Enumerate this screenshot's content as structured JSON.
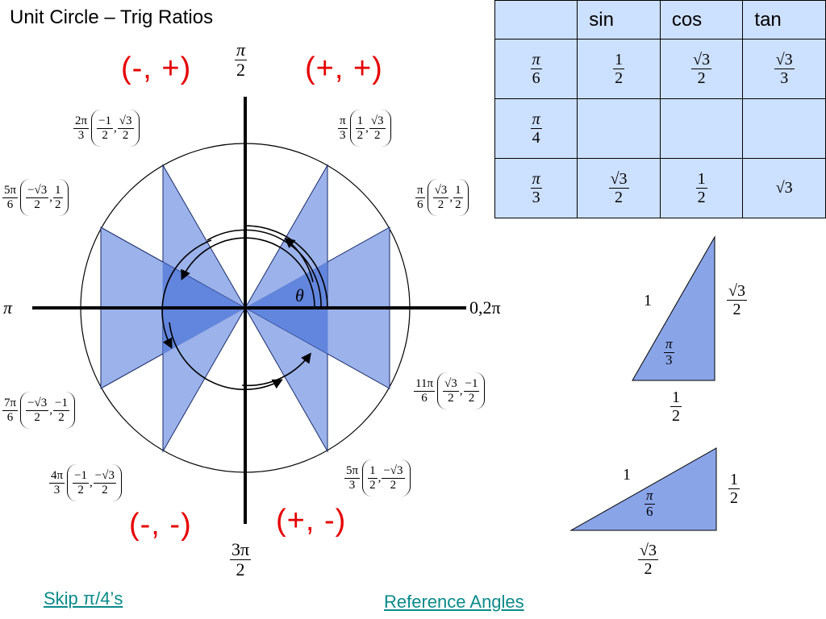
{
  "title": "Unit Circle – Trig Ratios",
  "quadrants": {
    "q1": "(+, +)",
    "q2": "(-, +)",
    "q3": "(-, -)",
    "q4": "(+, -)"
  },
  "axis": {
    "right": "0,2π",
    "left": "π",
    "top_num": "π",
    "top_den": "2",
    "bottom_num": "3π",
    "bottom_den": "2",
    "theta": "θ"
  },
  "points": [
    {
      "id": "p30",
      "angle_num": "π",
      "angle_den": "6",
      "x_num": "√3",
      "x_den": "2",
      "y_num": "1",
      "y_den": "2"
    },
    {
      "id": "p60",
      "angle_num": "π",
      "angle_den": "3",
      "x_num": "1",
      "x_den": "2",
      "y_num": "√3",
      "y_den": "2"
    },
    {
      "id": "p120",
      "angle_num": "2π",
      "angle_den": "3",
      "x_num": "−1",
      "x_den": "2",
      "y_num": "√3",
      "y_den": "2"
    },
    {
      "id": "p150",
      "angle_num": "5π",
      "angle_den": "6",
      "x_num": "−√3",
      "x_den": "2",
      "y_num": "1",
      "y_den": "2"
    },
    {
      "id": "p210",
      "angle_num": "7π",
      "angle_den": "6",
      "x_num": "−√3",
      "x_den": "2",
      "y_num": "−1",
      "y_den": "2"
    },
    {
      "id": "p240",
      "angle_num": "4π",
      "angle_den": "3",
      "x_num": "−1",
      "x_den": "2",
      "y_num": "−√3",
      "y_den": "2"
    },
    {
      "id": "p300",
      "angle_num": "5π",
      "angle_den": "3",
      "x_num": "1",
      "x_den": "2",
      "y_num": "−√3",
      "y_den": "2"
    },
    {
      "id": "p330",
      "angle_num": "11π",
      "angle_den": "6",
      "x_num": "√3",
      "x_den": "2",
      "y_num": "−1",
      "y_den": "2"
    }
  ],
  "table": {
    "headers": [
      "",
      "sin",
      "cos",
      "tan"
    ],
    "rows": [
      {
        "angle_num": "π",
        "angle_den": "6",
        "sin_num": "1",
        "sin_den": "2",
        "cos_num": "√3",
        "cos_den": "2",
        "tan_num": "√3",
        "tan_den": "3",
        "tan_plain": ""
      },
      {
        "angle_num": "π",
        "angle_den": "4",
        "sin_num": "",
        "sin_den": "",
        "cos_num": "",
        "cos_den": "",
        "tan_num": "",
        "tan_den": "",
        "tan_plain": ""
      },
      {
        "angle_num": "π",
        "angle_den": "3",
        "sin_num": "√3",
        "sin_den": "2",
        "cos_num": "1",
        "cos_den": "2",
        "tan_num": "",
        "tan_den": "",
        "tan_plain": "√3"
      }
    ]
  },
  "triangle60": {
    "hyp": "1",
    "side_num": "√3",
    "side_den": "2",
    "bottom_num": "1",
    "bottom_den": "2",
    "angle_num": "π",
    "angle_den": "3"
  },
  "triangle30": {
    "hyp": "1",
    "side_num": "1",
    "side_den": "2",
    "bottom_num": "√3",
    "bottom_den": "2",
    "angle_num": "π",
    "angle_den": "6"
  },
  "links": {
    "skip": "Skip π/4’s",
    "reference": "Reference Angles"
  },
  "colors": {
    "fill": "#8aa4e8",
    "overlap": "#5b7fdb",
    "quadrant_text": "#e60000",
    "table_bg": "#cce0ff",
    "link": "#0a8a8a"
  }
}
